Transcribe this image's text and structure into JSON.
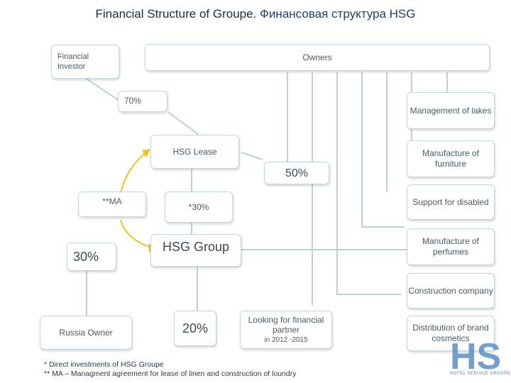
{
  "title": {
    "en": "Financial Structure of Groupe.",
    "ru": "Финансовая структура HSG"
  },
  "boxes": {
    "financial_investor": "Financial Investor",
    "owners": "Owners",
    "pct_70": "70%",
    "hsg_lease": "HSG Lease",
    "pct_50": "50%",
    "ma": "**MA",
    "pct_30_star": "*30%",
    "pct_30": "30%",
    "hsg_group": "HSG Group",
    "russia_owner": "Russia Owner",
    "pct_20": "20%",
    "looking_partner": "Looking for financial partner",
    "looking_partner_sub": "in 2012 -2015"
  },
  "businesses": [
    "Management of lakes",
    "Manufacture of furniture",
    "Support for disabled",
    "Manufacture of perfumes",
    "Construction company",
    "Distribution of brand cosmetics"
  ],
  "notes": [
    "* Direct investments of HSG Groupe",
    "** MA – Managment agreement for lease of linen and construction of loundry"
  ],
  "logo": {
    "letters": "HS",
    "text": "HOTEL SERVICE GROUPE"
  },
  "colors": {
    "connector": "#bcd0d8",
    "arrow": "#f0c020",
    "logo": "#5a8fc8"
  }
}
